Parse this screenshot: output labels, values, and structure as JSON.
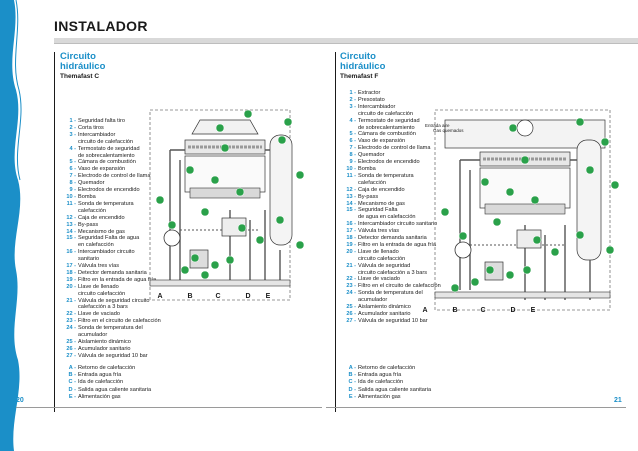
{
  "header": {
    "title": "INSTALADOR"
  },
  "left": {
    "section_title_line1": "Circuito",
    "section_title_line2": "hidráulico",
    "model": "Themafast C",
    "items": [
      {
        "num": "1 -",
        "text": "Seguridad falta tiro"
      },
      {
        "num": "2 -",
        "text": "Corta tiros"
      },
      {
        "num": "3 -",
        "text": "Intercambiador",
        "cont": "circuito de calefacción"
      },
      {
        "num": "4 -",
        "text": "Termostato de seguridad",
        "cont": "de sobrecalentamiento"
      },
      {
        "num": "5 -",
        "text": "Cámara de combustión"
      },
      {
        "num": "6 -",
        "text": "Vaso de expansión"
      },
      {
        "num": "7 -",
        "text": "Electrodo de control de llama"
      },
      {
        "num": "8 -",
        "text": "Quemador"
      },
      {
        "num": "9 -",
        "text": "Electrodos de encendido"
      },
      {
        "num": "10 -",
        "text": "Bomba"
      },
      {
        "num": "11 -",
        "text": "Sonda de temperatura",
        "cont": "calefacción"
      },
      {
        "num": "12 -",
        "text": "Caja de encendido"
      },
      {
        "num": "13 -",
        "text": "By-pass"
      },
      {
        "num": "14 -",
        "text": "Mecanismo de gas"
      },
      {
        "num": "15 -",
        "text": "Seguridad Falta de agua",
        "cont": "en calefacción"
      },
      {
        "num": "16 -",
        "text": "Intercambiador circuito",
        "cont": "sanitario"
      },
      {
        "num": "17 -",
        "text": "Válvula tres vías"
      },
      {
        "num": "18 -",
        "text": "Detector demanda sanitaria"
      },
      {
        "num": "19 -",
        "text": "Filtro en la entrada de agua fría"
      },
      {
        "num": "20 -",
        "text": "Llave de llenado",
        "cont": "circuito calefacción"
      },
      {
        "num": "21 -",
        "text": "Válvula de seguridad circuito",
        "cont": "calefacción a 3 bars"
      },
      {
        "num": "22 -",
        "text": "Llave de vaciado"
      },
      {
        "num": "23 -",
        "text": "Filtro en el circuito de calefacción"
      },
      {
        "num": "24 -",
        "text": "Sonda de temperatura del",
        "cont": "acumulador"
      },
      {
        "num": "25 -",
        "text": "Aislamiento dinámico"
      },
      {
        "num": "26 -",
        "text": "Acumulador sanitario"
      },
      {
        "num": "27 -",
        "text": "Válvula de seguridad 10 bar"
      }
    ],
    "connections": [
      {
        "num": "A -",
        "text": "Retorno de calefacción"
      },
      {
        "num": "B -",
        "text": "Entrada agua fría"
      },
      {
        "num": "C -",
        "text": "Ida de calefacción"
      },
      {
        "num": "D -",
        "text": "Salida agua caliente sanitaria"
      },
      {
        "num": "E -",
        "text": "Alimentación gas"
      }
    ],
    "page_number": "20"
  },
  "right": {
    "section_title_line1": "Circuito",
    "section_title_line2": "hidráulico",
    "model": "Themafast F",
    "items": [
      {
        "num": "1 -",
        "text": "Extractor"
      },
      {
        "num": "2 -",
        "text": "Presostato"
      },
      {
        "num": "3 -",
        "text": "Intercambiador",
        "cont": "circuito de calefacción"
      },
      {
        "num": "4 -",
        "text": "Termostato de seguridad",
        "cont": "de sobrecalentamiento"
      },
      {
        "num": "5 -",
        "text": "Cámara de combustión"
      },
      {
        "num": "6 -",
        "text": "Vaso de expansión"
      },
      {
        "num": "7 -",
        "text": "Electrodo de control de llama"
      },
      {
        "num": "8 -",
        "text": "Quemador"
      },
      {
        "num": "9 -",
        "text": "Electrodos de encendido"
      },
      {
        "num": "10 -",
        "text": "Bomba"
      },
      {
        "num": "11 -",
        "text": "Sonda de temperatura",
        "cont": "calefacción"
      },
      {
        "num": "12 -",
        "text": "Caja de encendido"
      },
      {
        "num": "13 -",
        "text": "By-pass"
      },
      {
        "num": "14 -",
        "text": "Mecanismo de gas"
      },
      {
        "num": "15 -",
        "text": "Seguridad Falta",
        "cont": "de agua en calefacción"
      },
      {
        "num": "16 -",
        "text": "Intercambiador circuito sanitario"
      },
      {
        "num": "17 -",
        "text": "Válvula tres vías"
      },
      {
        "num": "18 -",
        "text": "Detector demanda sanitaria"
      },
      {
        "num": "19 -",
        "text": "Filtro en la entrada de agua fría"
      },
      {
        "num": "20 -",
        "text": "Llave de llenado",
        "cont": "circuito calefacción"
      },
      {
        "num": "21 -",
        "text": "Válvula de seguridad",
        "cont": "circuito calefacción a 3 bars"
      },
      {
        "num": "22 -",
        "text": "Llave de vaciado"
      },
      {
        "num": "23 -",
        "text": "Filtro en el circuito de calefacción"
      },
      {
        "num": "24 -",
        "text": "Sonda de temperatura del",
        "cont": "acumulador"
      },
      {
        "num": "25 -",
        "text": "Aislamiento dinámico"
      },
      {
        "num": "26 -",
        "text": "Acumulador sanitario"
      },
      {
        "num": "27 -",
        "text": "Válvula de seguridad 10 bar"
      }
    ],
    "connections": [
      {
        "num": "A -",
        "text": "Retorno de calefacción"
      },
      {
        "num": "B -",
        "text": "Entrada agua fría"
      },
      {
        "num": "C -",
        "text": "Ida de calefacción"
      },
      {
        "num": "D -",
        "text": "Salida agua caliente sanitaria"
      },
      {
        "num": "E -",
        "text": "Alimentación gas"
      }
    ],
    "diagram_labels": {
      "gas_outlet": "Gas quemados",
      "air_inlet": "Entrada aire"
    },
    "page_number": "21"
  },
  "diagram_connection_letters": [
    "A",
    "B",
    "C",
    "D",
    "E"
  ],
  "colors": {
    "accent": "#1b8fc8",
    "pipe": "#555555",
    "component": "#2aa14a"
  }
}
